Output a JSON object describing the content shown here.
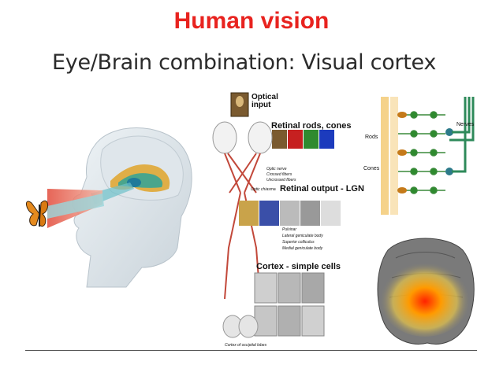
{
  "slide": {
    "title": "Human vision",
    "subtitle": "Eye/Brain combination: Visual cortex"
  },
  "pathway_figure": {
    "optical_input_line1": "Optical",
    "optical_input_line2": "input",
    "retinal_rods_cones": "Retinal rods, cones",
    "retinal_output": "Retinal output - LGN",
    "cortex_simple_cells": "Cortex - simple cells",
    "optic_nerve": "Optic nerve",
    "crossed_fibers": "Crossed fibers",
    "uncrossed_fibers": "Uncrossed fibers",
    "optic_chiasma": "Optic chiasma",
    "pulvinar": "Pulvinar",
    "lateral_geniculate": "Lateral geniculate body",
    "superior_colliculus": "Superior colliculus",
    "medial_geniculate": "Medial geniculate body",
    "cortex_occipital": "Cortex of occipital lobes"
  },
  "retina_figure": {
    "rods_label": "Rods",
    "cones_label": "Cones",
    "nerves_label": "Nerves"
  },
  "colors": {
    "title": "#e8231f",
    "subtitle": "#2b2b2b"
  }
}
